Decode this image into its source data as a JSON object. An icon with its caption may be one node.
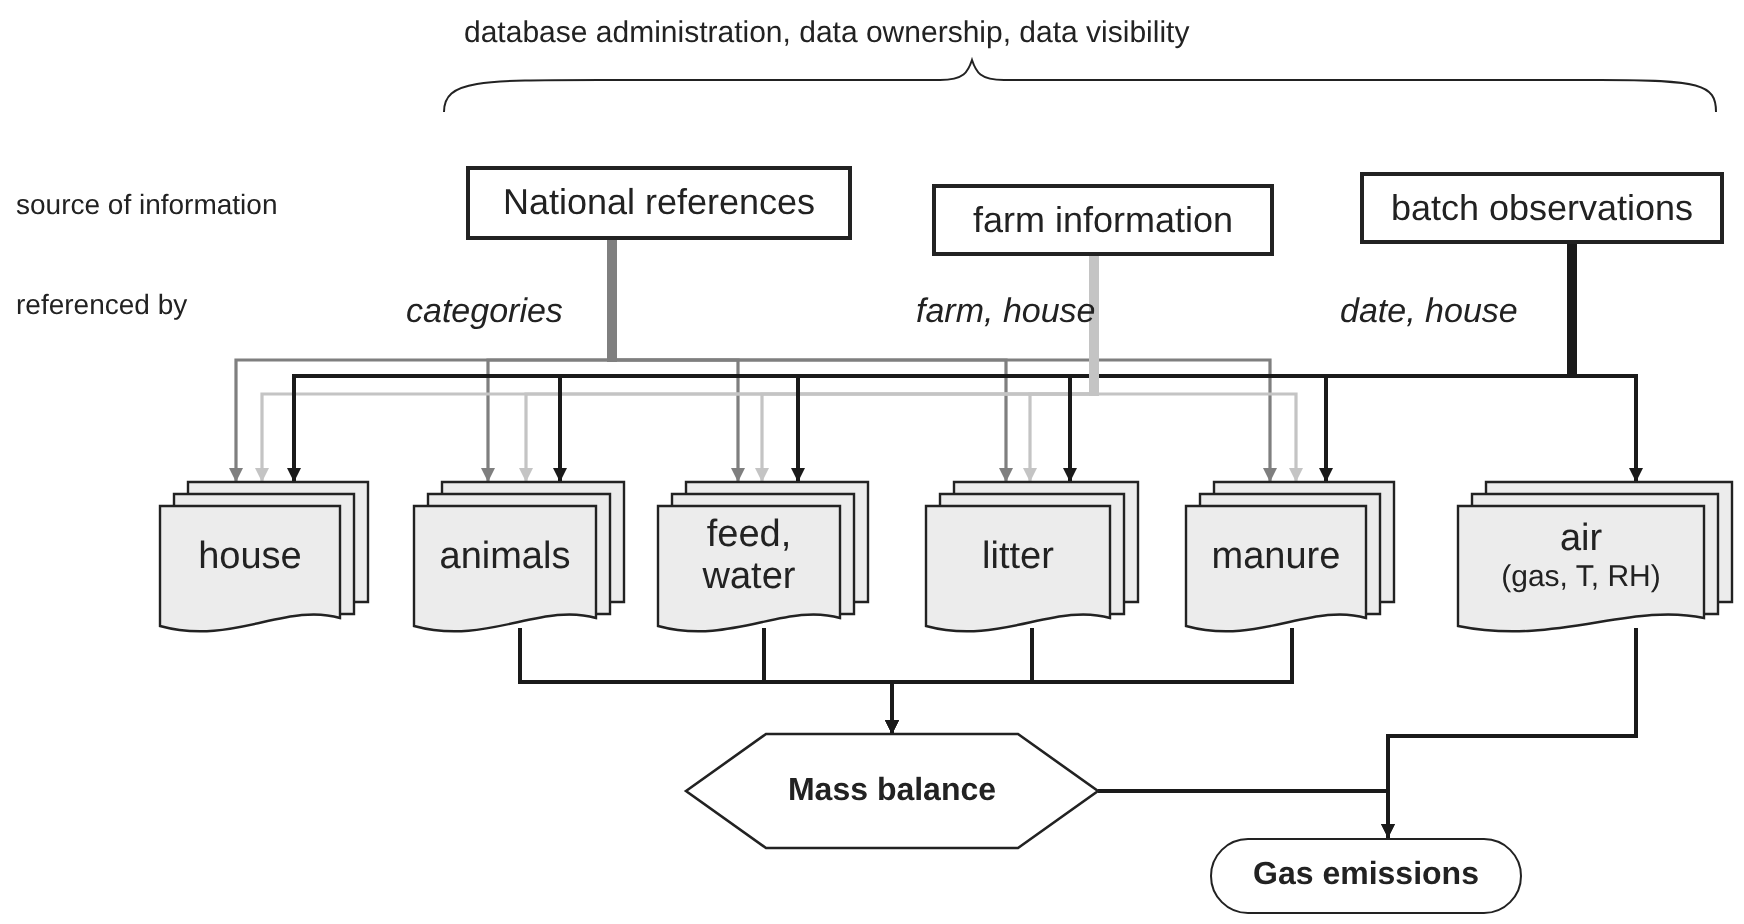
{
  "diagram": {
    "nodes": [
      {
        "text": [
          "National references"
        ]
      },
      {
        "text": [
          "farm information"
        ]
      },
      {
        "text": [
          "batch observations"
        ]
      },
      {
        "text": [
          "house"
        ]
      },
      {
        "text": [
          "animals"
        ]
      },
      {
        "text": [
          "feed, water"
        ]
      },
      {
        "text": [
          "litter"
        ]
      },
      {
        "text": [
          "manure"
        ]
      },
      {
        "text": [
          "air",
          "(gas, T, RH)"
        ]
      },
      {
        "text": [
          "Mass balance"
        ]
      },
      {
        "text": [
          "Gas emissions"
        ]
      }
    ],
    "edges": [
      {
        "from": 0,
        "to": 3,
        "arrow": "to",
        "color": "#7f7f7f"
      },
      {
        "from": 0,
        "to": 4,
        "arrow": "to",
        "color": "#7f7f7f"
      },
      {
        "from": 0,
        "to": 5,
        "arrow": "to",
        "color": "#7f7f7f"
      },
      {
        "from": 0,
        "to": 6,
        "arrow": "to",
        "color": "#7f7f7f"
      },
      {
        "from": 0,
        "to": 7,
        "arrow": "to",
        "color": "#7f7f7f"
      },
      {
        "from": 1,
        "to": 3,
        "arrow": "to",
        "color": "#c4c4c4"
      },
      {
        "from": 1,
        "to": 4,
        "arrow": "to",
        "color": "#c4c4c4"
      },
      {
        "from": 1,
        "to": 5,
        "arrow": "to",
        "color": "#c4c4c4"
      },
      {
        "from": 1,
        "to": 6,
        "arrow": "to",
        "color": "#c4c4c4"
      },
      {
        "from": 1,
        "to": 7,
        "arrow": "to",
        "color": "#c4c4c4"
      },
      {
        "from": 2,
        "to": 3,
        "arrow": "to"
      },
      {
        "from": 2,
        "to": 4,
        "arrow": "to"
      },
      {
        "from": 2,
        "to": 5,
        "arrow": "to"
      },
      {
        "from": 2,
        "to": 6,
        "arrow": "to"
      },
      {
        "from": 2,
        "to": 7,
        "arrow": "to"
      },
      {
        "from": 2,
        "to": 8,
        "arrow": "to"
      },
      {
        "from": 4,
        "to": 9,
        "arrow": "to"
      },
      {
        "from": 5,
        "to": 9,
        "arrow": "to"
      },
      {
        "from": 6,
        "to": 9,
        "arrow": "to"
      },
      {
        "from": 7,
        "to": 9,
        "arrow": "to"
      },
      {
        "from": 9,
        "to": 10,
        "arrow": "to"
      },
      {
        "from": 8,
        "to": 10,
        "arrow": "to"
      }
    ],
    "labels": [
      "database administration, data ownership, data visibility",
      "source of information",
      "referenced by",
      "categories",
      "farm, house",
      "date, house"
    ]
  }
}
